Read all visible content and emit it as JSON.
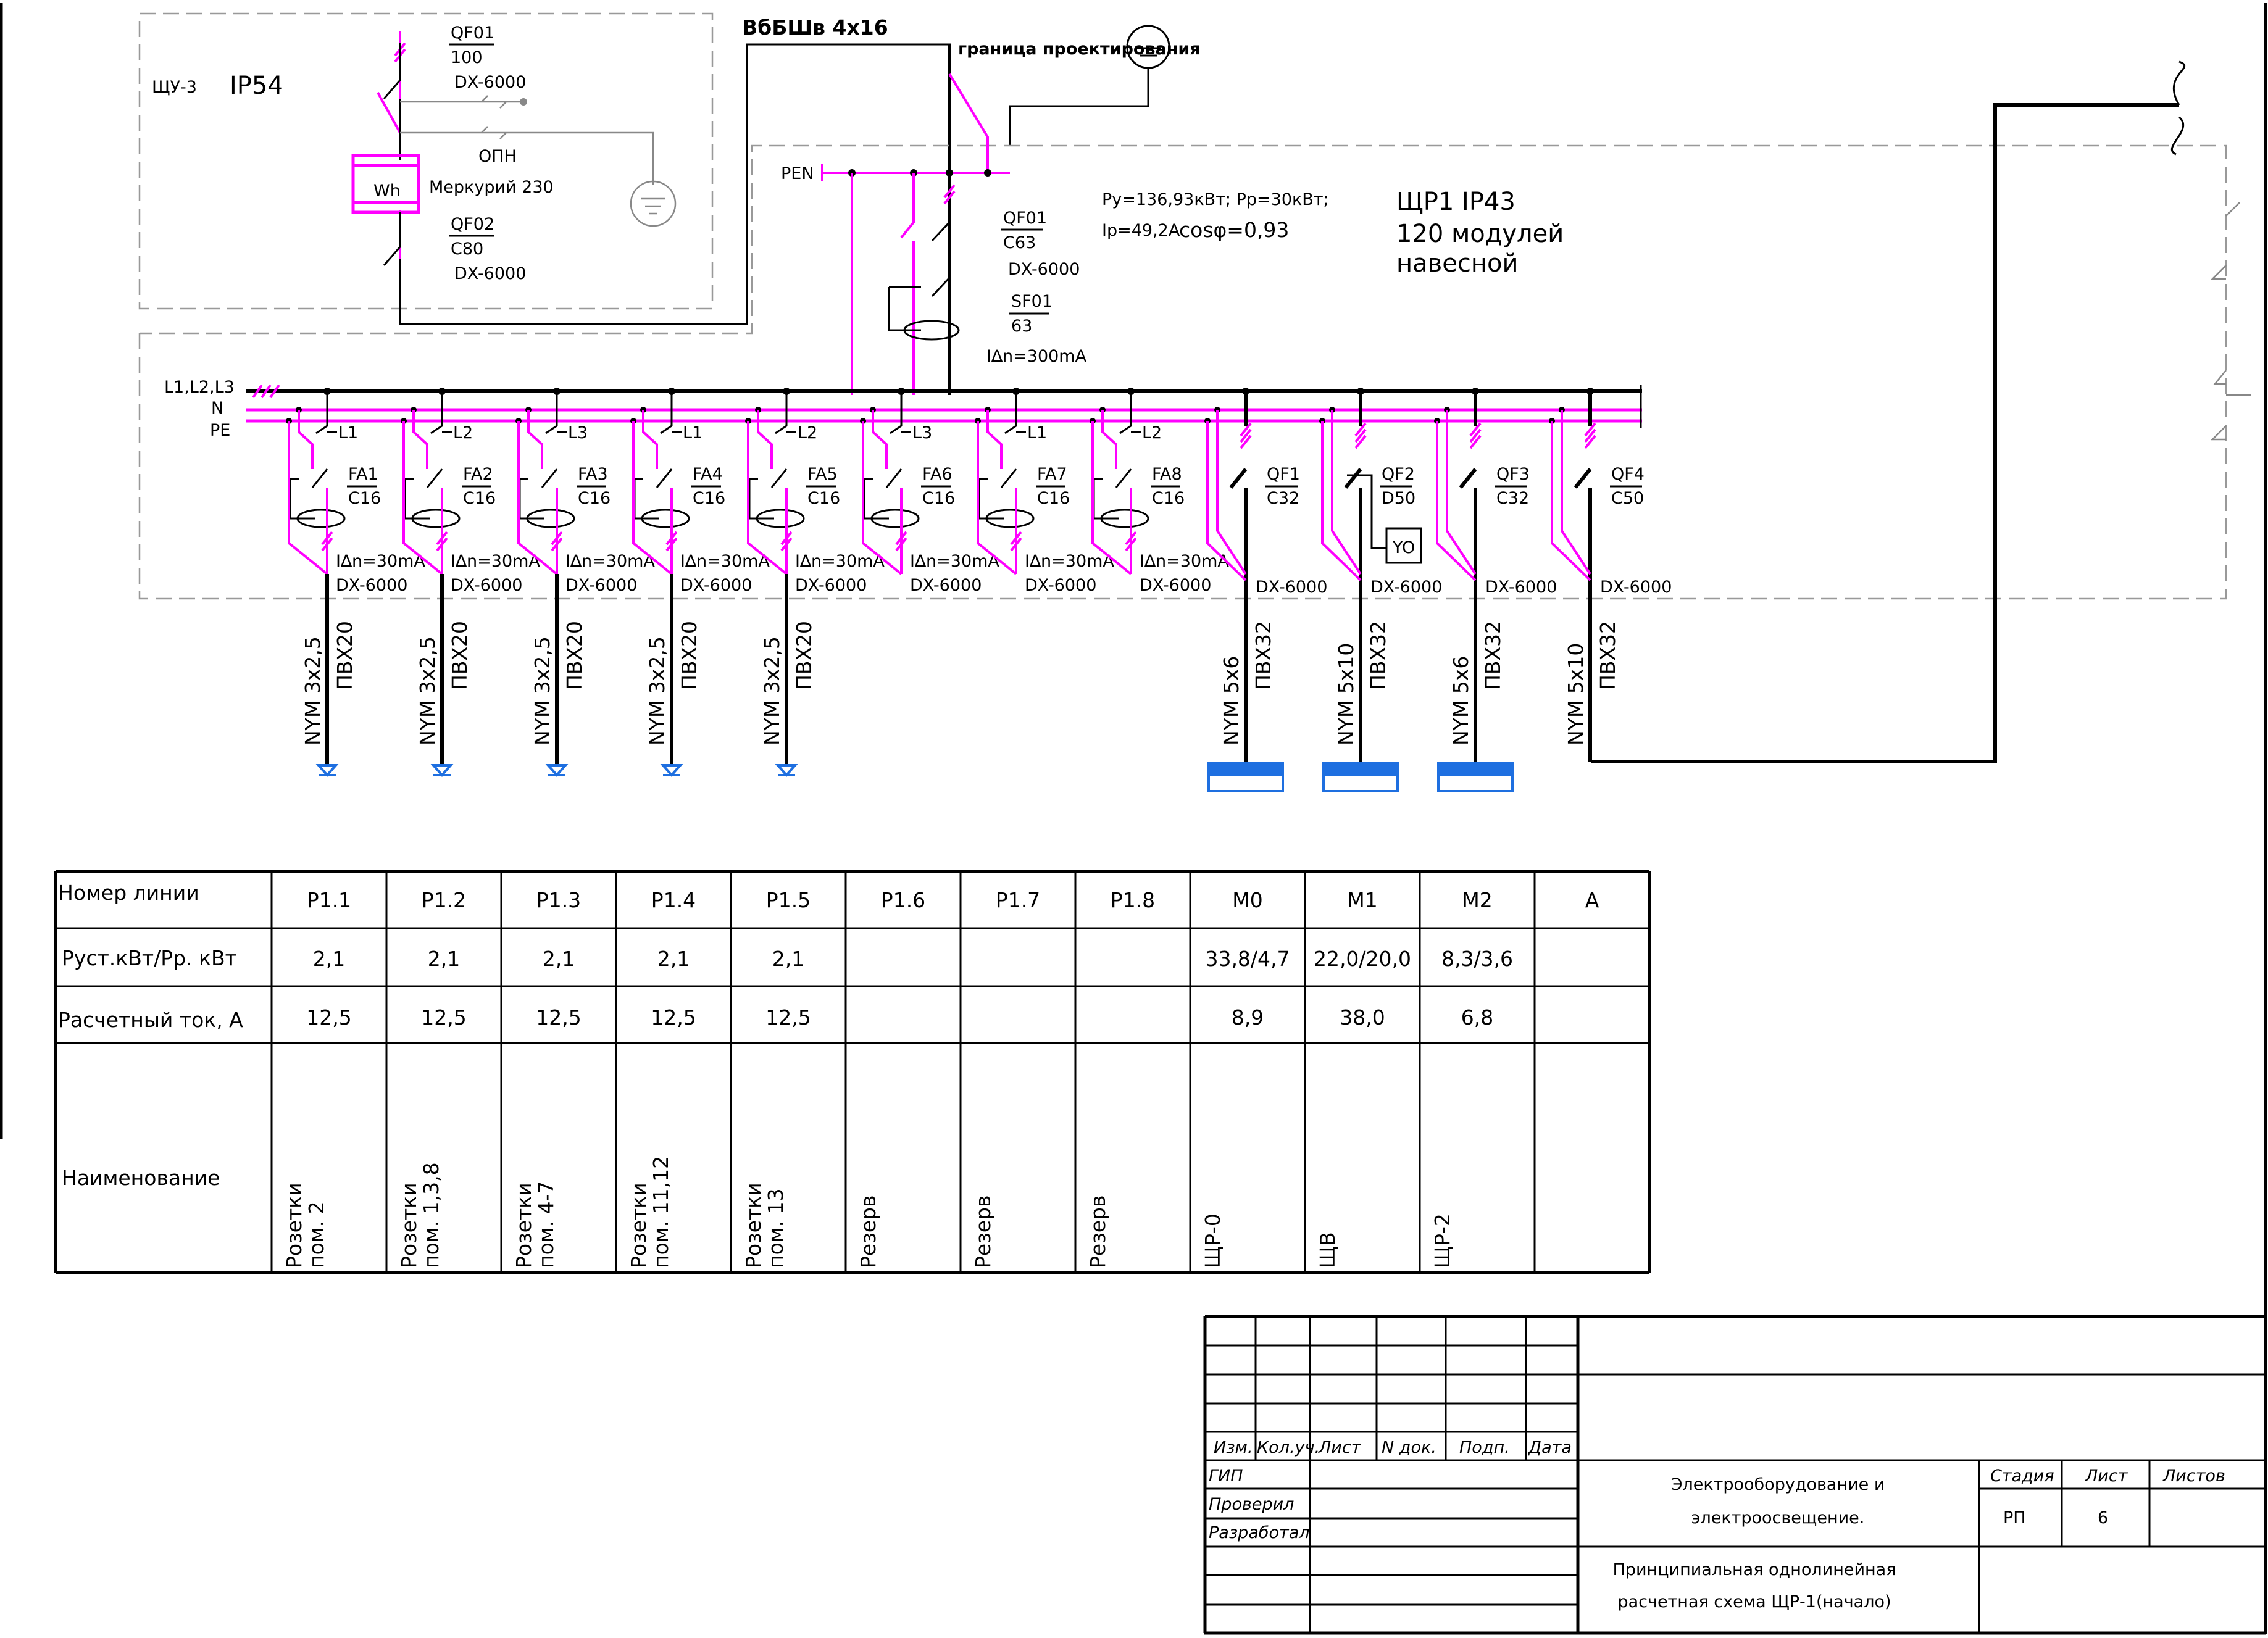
{
  "header": {
    "shu3": "ЩУ-3",
    "ip54": "IP54",
    "cable_in": "ВбБШв 4х16",
    "boundary": "граница проектирования",
    "pen": "PEN",
    "bus_l": "L1,L2,L3",
    "bus_n": "N",
    "bus_pe": "PE",
    "panel_title": "ЩР1 IP43",
    "panel_modules": "120 модулей",
    "panel_mount": "навесной",
    "power_line1": "Ру=136,93кВт; Рр=30кВт;",
    "power_ip": "Iр=49,2А",
    "power_cos": "cosφ=0,93"
  },
  "meter_board": {
    "qf01": "QF01",
    "qf01_rating": "100",
    "qf01_type": "DX-6000",
    "opn": "ОПН",
    "meter_label": "Wh",
    "meter_name": "Меркурий 230",
    "qf02": "QF02",
    "qf02_rating": "С80",
    "qf02_type": "DX-6000"
  },
  "main_switch": {
    "qf01": "QF01",
    "qf01_rating": "С63",
    "qf01_type": "DX-6000",
    "sf01": "SF01",
    "sf01_rating": "63",
    "leak": "I∆n=300mA"
  },
  "feeders": [
    {
      "phase": "L1",
      "name": "FA1",
      "rating": "С16",
      "leak": "I∆n=30mA",
      "type": "DX-6000",
      "cable": "NYM 3х2,5",
      "pipe": "ПВХ20"
    },
    {
      "phase": "L2",
      "name": "FA2",
      "rating": "С16",
      "leak": "I∆n=30mA",
      "type": "DX-6000",
      "cable": "NYM 3х2,5",
      "pipe": "ПВХ20"
    },
    {
      "phase": "L3",
      "name": "FA3",
      "rating": "С16",
      "leak": "I∆n=30mA",
      "type": "DX-6000",
      "cable": "NYM 3х2,5",
      "pipe": "ПВХ20"
    },
    {
      "phase": "L1",
      "name": "FA4",
      "rating": "С16",
      "leak": "I∆n=30mA",
      "type": "DX-6000",
      "cable": "NYM 3х2,5",
      "pipe": "ПВХ20"
    },
    {
      "phase": "L2",
      "name": "FA5",
      "rating": "С16",
      "leak": "I∆n=30mA",
      "type": "DX-6000",
      "cable": "NYM 3х2,5",
      "pipe": "ПВХ20"
    },
    {
      "phase": "L3",
      "name": "FA6",
      "rating": "С16",
      "leak": "I∆n=30mA",
      "type": "DX-6000",
      "cable": "",
      "pipe": ""
    },
    {
      "phase": "L1",
      "name": "FA7",
      "rating": "С16",
      "leak": "I∆n=30mA",
      "type": "DX-6000",
      "cable": "",
      "pipe": ""
    },
    {
      "phase": "L2",
      "name": "FA8",
      "rating": "С16",
      "leak": "I∆n=30mA",
      "type": "DX-6000",
      "cable": "",
      "pipe": ""
    }
  ],
  "three_phase": [
    {
      "name": "QF1",
      "rating": "С32",
      "type": "DX-6000",
      "cable": "NYM 5х6",
      "pipe": "ПВХ32"
    },
    {
      "name": "QF2",
      "rating": "D50",
      "type": "DX-6000",
      "cable": "NYM 5х10",
      "pipe": "ПВХ32",
      "relay": "YO"
    },
    {
      "name": "QF3",
      "rating": "С32",
      "type": "DX-6000",
      "cable": "NYM 5х6",
      "pipe": "ПВХ32"
    },
    {
      "name": "QF4",
      "rating": "С50",
      "type": "DX-6000",
      "cable": "NYM 5х10",
      "pipe": "ПВХ32"
    }
  ],
  "table": {
    "row_labels": [
      "Номер линии",
      "Руст.кВт/Рр. кВт",
      "Расчетный ток, А",
      "Наименование"
    ],
    "line": [
      "Р1.1",
      "Р1.2",
      "Р1.3",
      "Р1.4",
      "Р1.5",
      "Р1.6",
      "Р1.7",
      "Р1.8",
      "М0",
      "М1",
      "М2",
      "А"
    ],
    "power": [
      "2,1",
      "2,1",
      "2,1",
      "2,1",
      "2,1",
      "",
      "",
      "",
      "33,8/4,7",
      "22,0/20,0",
      "8,3/3,6",
      ""
    ],
    "current": [
      "12,5",
      "12,5",
      "12,5",
      "12,5",
      "12,5",
      "",
      "",
      "",
      "8,9",
      "38,0",
      "6,8",
      ""
    ],
    "name1": [
      "Розетки",
      "Розетки",
      "Розетки",
      "Розетки",
      "Розетки",
      "Резерв",
      "Резерв",
      "Резерв",
      "ЩР-0",
      "ЩВ",
      "ЩР-2",
      ""
    ],
    "name2": [
      "пом. 2",
      "пом. 1,3,8",
      "пом. 4-7",
      "пом. 11,12",
      "пом. 13",
      "",
      "",
      "",
      "",
      "",
      "",
      ""
    ]
  },
  "title_block": {
    "cols": [
      "Изм.",
      "Кол.уч.",
      "Лист",
      "N док.",
      "Подп.",
      "Дата"
    ],
    "roles": [
      "ГИП",
      "Проверил",
      "Разработал"
    ],
    "project1": "Электрооборудование и",
    "project2": "электроосвещение.",
    "stage_h": "Стадия",
    "sheet_h": "Лист",
    "sheets_h": "Листов",
    "stage": "РП",
    "sheet": "6",
    "drawing1": "Принципиальная однолинейная",
    "drawing2": "расчетная схема ЩР-1(начало)"
  }
}
